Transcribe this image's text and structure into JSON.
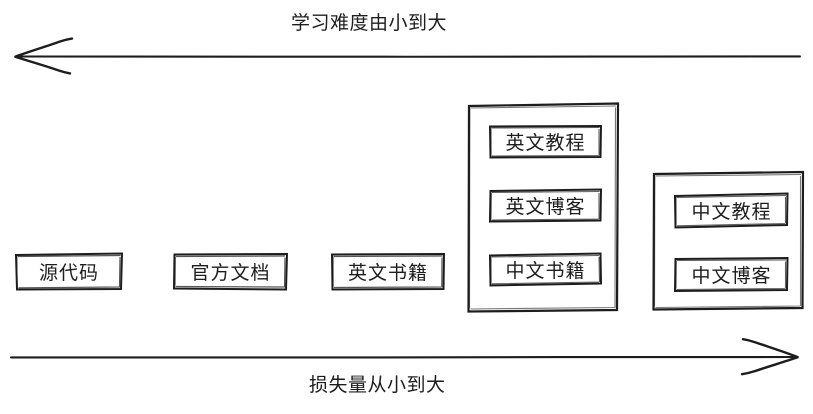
{
  "diagram": {
    "top_axis": {
      "label": "学习难度由小到大",
      "direction": "left",
      "arrow_name": "difficulty-arrow"
    },
    "bottom_axis": {
      "label": "损失量从小到大",
      "direction": "right",
      "arrow_name": "loss-arrow"
    },
    "nodes": [
      {
        "id": "source-code",
        "label": "源代码"
      },
      {
        "id": "official-docs",
        "label": "官方文档"
      },
      {
        "id": "en-books",
        "label": "英文书籍"
      }
    ],
    "groups": [
      {
        "id": "group-1",
        "items": [
          {
            "id": "en-tutorial",
            "label": "英文教程"
          },
          {
            "id": "en-blog",
            "label": "英文博客"
          },
          {
            "id": "cn-books",
            "label": "中文书籍"
          }
        ]
      },
      {
        "id": "group-2",
        "items": [
          {
            "id": "cn-tutorial",
            "label": "中文教程"
          },
          {
            "id": "cn-blog",
            "label": "中文博客"
          }
        ]
      }
    ],
    "colors": {
      "stroke": "#1d1d1d",
      "background": "#ffffff",
      "text": "#1d1d1d"
    }
  }
}
